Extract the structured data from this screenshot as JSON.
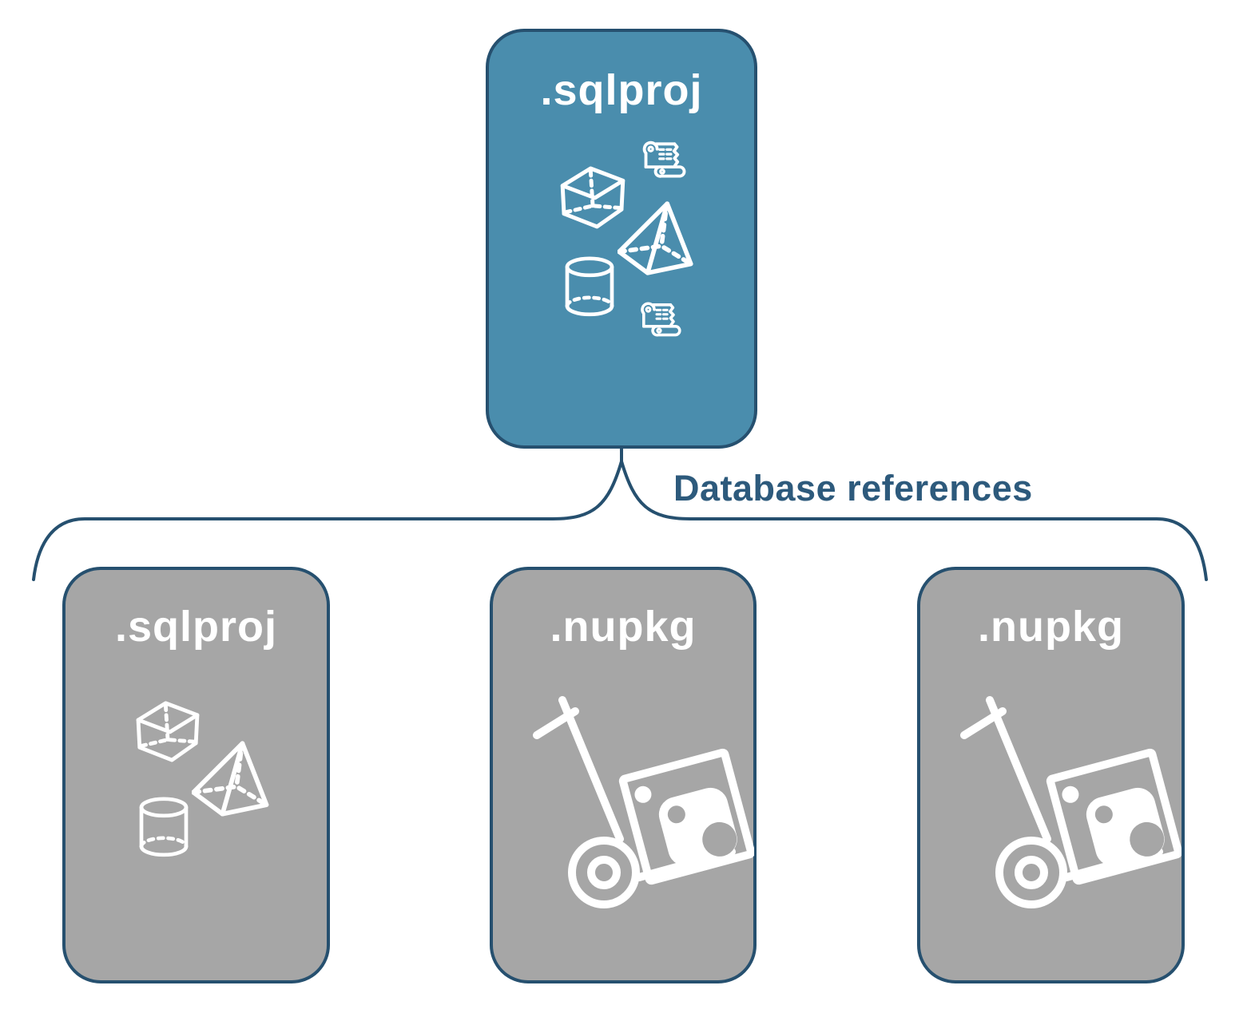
{
  "colors": {
    "project_box_fill": "#4a8dad",
    "reference_box_fill": "#a6a6a6",
    "outline_stroke": "#26506f",
    "connector_label_text": "#2d5a7c",
    "icon_stroke": "#ffffff"
  },
  "top_box": {
    "label": ".sqlproj",
    "icons": [
      "scroll-icon",
      "cube-icon",
      "pyramid-icon",
      "cylinder-icon",
      "scroll-icon"
    ]
  },
  "connector": {
    "label": "Database references"
  },
  "bottom_boxes": [
    {
      "label": ".sqlproj",
      "icons": [
        "cube-icon",
        "pyramid-icon",
        "cylinder-icon"
      ]
    },
    {
      "label": ".nupkg",
      "icons": [
        "nuget-package-dolly-icon"
      ]
    },
    {
      "label": ".nupkg",
      "icons": [
        "nuget-package-dolly-icon"
      ]
    }
  ]
}
